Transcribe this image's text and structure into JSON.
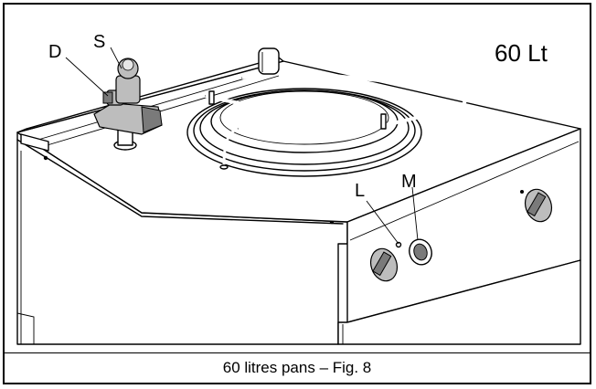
{
  "figure": {
    "capacity_label": "60 Lt",
    "caption": "60 litres pans – Fig. 8"
  },
  "callouts": [
    {
      "letter": "D"
    },
    {
      "letter": "S"
    },
    {
      "letter": "L"
    },
    {
      "letter": "M"
    }
  ]
}
